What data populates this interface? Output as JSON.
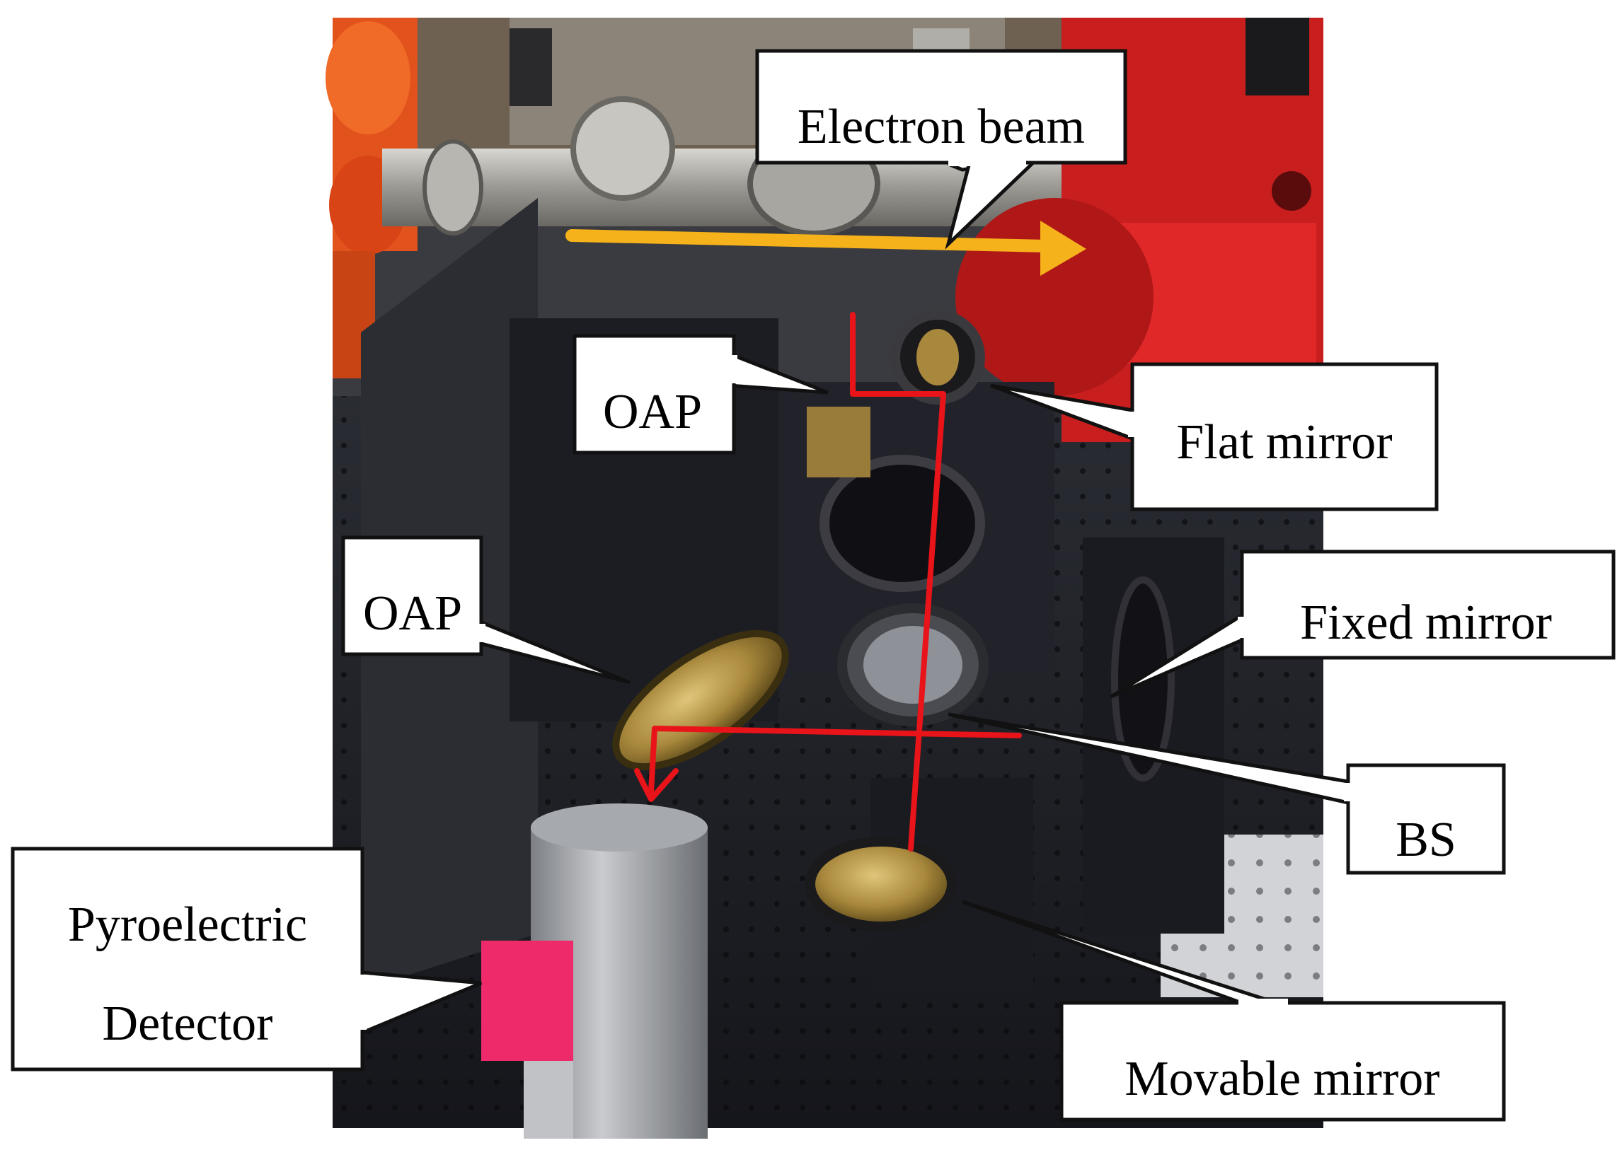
{
  "labels": {
    "electron_beam": "Electron beam",
    "oap_top": "OAP",
    "flat_mirror": "Flat mirror",
    "oap_left": "OAP",
    "fixed_mirror": "Fixed mirror",
    "bs": "BS",
    "pyro_line1": "Pyroelectric",
    "pyro_line2": "Detector",
    "movable_mirror": "Movable mirror"
  },
  "colors": {
    "electron_beam_arrow": "#f5b21a",
    "thz_beam_path": "#e8141a",
    "background": "#ffffff",
    "callout_border": "#111111",
    "callout_fill": "#ffffff",
    "optical_table": "#1a1c22",
    "magnet_red": "#c81e1e",
    "brass_mirror": "#a8883c",
    "detector_pink": "#ee2a6a"
  }
}
